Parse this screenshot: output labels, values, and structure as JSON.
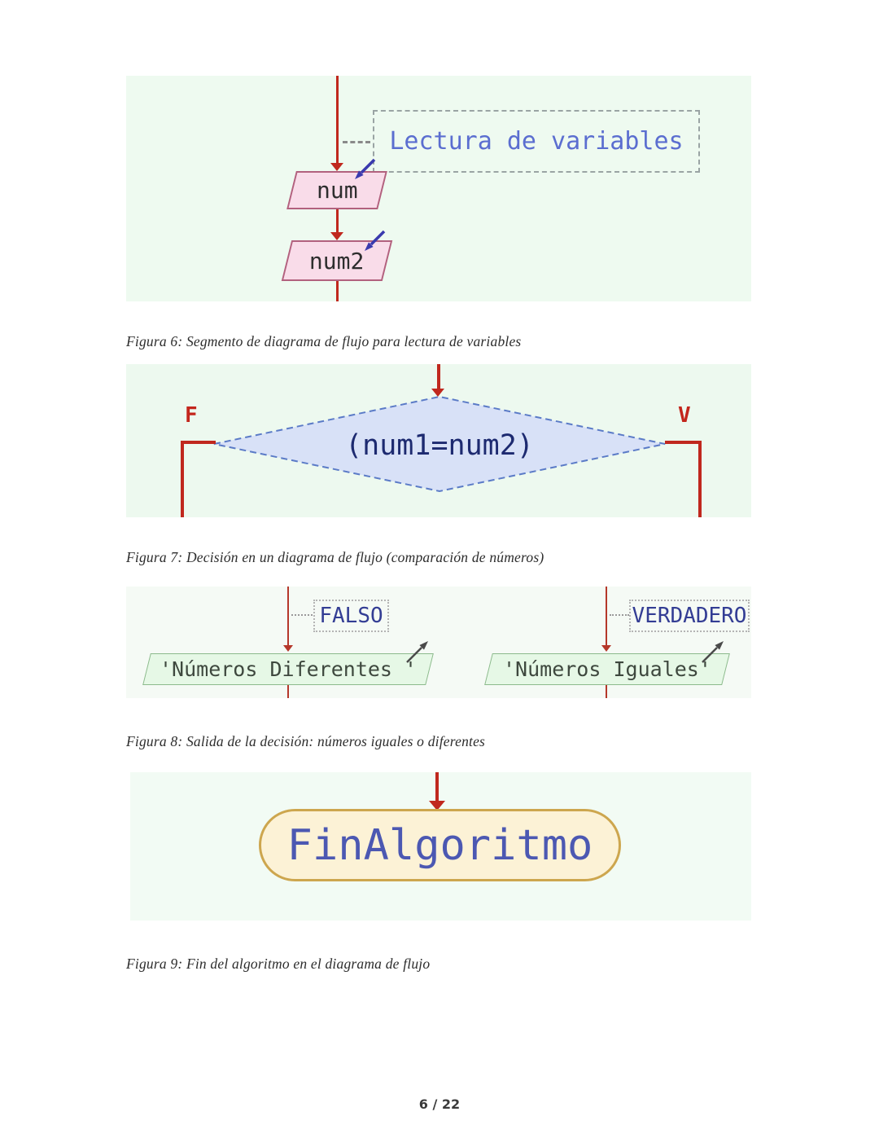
{
  "page": {
    "number_label": "6 / 22"
  },
  "figure6": {
    "caption": "Figura 6: Segmento de diagrama de flujo para lectura de variables",
    "annotation_label": "Lectura de variables",
    "input1": "num",
    "input2": "num2"
  },
  "figure7": {
    "caption": "Figura 7: Decisión en un diagrama de flujo (comparación de números)",
    "condition": "(num1=num2)",
    "false_branch": "F",
    "true_branch": "V"
  },
  "figure8": {
    "caption": "Figura 8: Salida de la decisión: números iguales o diferentes",
    "false_label": "FALSO",
    "true_label": "VERDADERO",
    "false_output": "'Números Diferentes '",
    "true_output": "'Números Iguales'"
  },
  "figure9": {
    "caption": "Figura 9: Fin del algoritmo en el diagrama de flujo",
    "terminal": "FinAlgoritmo"
  },
  "colors": {
    "flow_line_red": "#c0281e",
    "input_shape_fill": "#f9dce9",
    "input_shape_border": "#b2617e",
    "annotation_text_blue": "#5b6ed0",
    "decision_fill": "#d8e1f7",
    "decision_border": "#5b7bc7",
    "decision_text": "#1d2a70",
    "branch_label_red": "#c3261c",
    "output_shape_fill": "#e6f8e6",
    "output_shape_border": "#8cba8c",
    "terminal_fill": "#fcf2d6",
    "terminal_border": "#cda64e",
    "terminal_text": "#4c58b2",
    "panel_background": "#eefaf0"
  }
}
